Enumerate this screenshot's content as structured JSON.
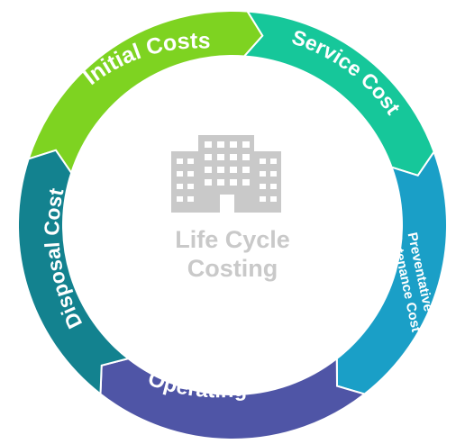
{
  "center": {
    "icon": "office-building-icon",
    "title_line1": "Life Cycle",
    "title_line2": "Costing"
  },
  "segments": [
    {
      "id": "initial",
      "label": "Initial Costs",
      "color": "#7ed321"
    },
    {
      "id": "service",
      "label": "Service Cost",
      "color": "#16c79a"
    },
    {
      "id": "preventative",
      "label_line1": "Preventative",
      "label_line2": "Maintenance Cost",
      "color": "#1a9fc7"
    },
    {
      "id": "operating",
      "label": "Operating Cost",
      "color": "#4f55a6"
    },
    {
      "id": "disposal",
      "label": "Disposal Cost",
      "color": "#13828f"
    }
  ]
}
